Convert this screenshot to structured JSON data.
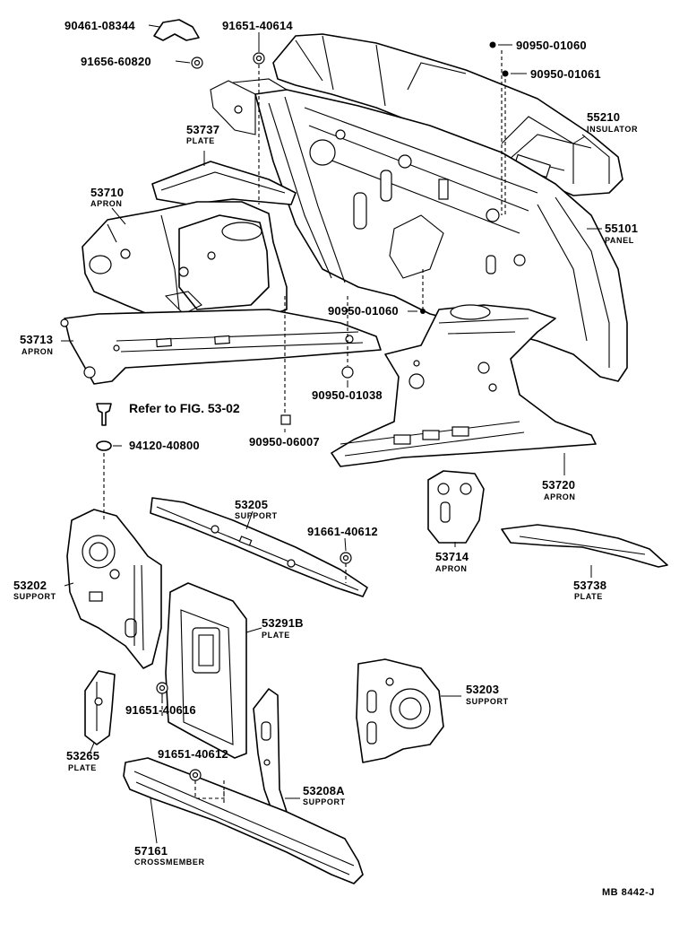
{
  "diagram": {
    "ref_note": "Refer to FIG. 53-02",
    "code": "MB  8442-J",
    "labels": {
      "p90461": "90461-08344",
      "p91656": "91656-60820",
      "p91651_40614": "91651-40614",
      "p90950_01060_top": "90950-01060",
      "p90950_01061": "90950-01061",
      "p53737": "53737",
      "p53737_name": "PLATE",
      "p55210": "55210",
      "p55210_name": "INSULATOR",
      "p53710": "53710",
      "p53710_name": "APRON",
      "p55101": "55101",
      "p55101_name": "PANEL",
      "p53713": "53713",
      "p53713_name": "APRON",
      "p90950_01060_mid": "90950-01060",
      "p90950_01038": "90950-01038",
      "p90950_06007": "90950-06007",
      "p94120": "94120-40800",
      "p53720": "53720",
      "p53720_name": "APRON",
      "p53205": "53205",
      "p53205_name": "SUPPORT",
      "p91661": "91661-40612",
      "p53714": "53714",
      "p53714_name": "APRON",
      "p53202": "53202",
      "p53202_name": "SUPPORT",
      "p53738": "53738",
      "p53738_name": "PLATE",
      "p53291B": "53291B",
      "p53291B_name": "PLATE",
      "p53203": "53203",
      "p53203_name": "SUPPORT",
      "p91651_40616": "91651-40616",
      "p53265": "53265",
      "p53265_name": "PLATE",
      "p91651_40612": "91651-40612",
      "p53208A": "53208A",
      "p53208A_name": "SUPPORT",
      "p57161": "57161",
      "p57161_name": "CROSSMEMBER"
    }
  }
}
